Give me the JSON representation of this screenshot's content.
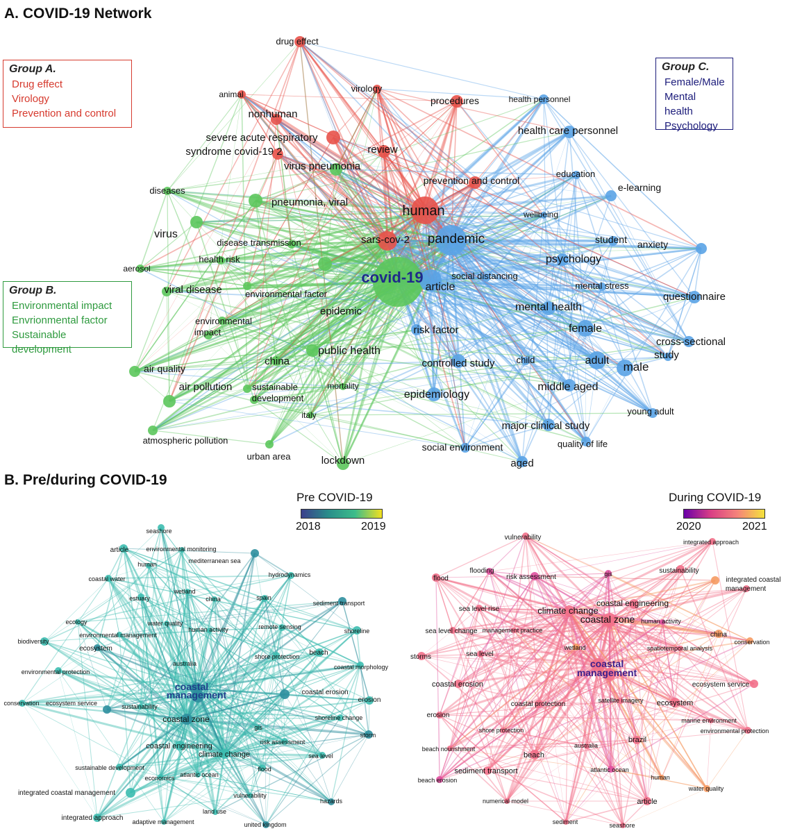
{
  "headings": {
    "a": "A. COVID-19 Network",
    "b": "B. Pre/during COVID-19"
  },
  "groups": {
    "a": {
      "title": "Group A.",
      "items": [
        "Drug effect",
        "Virology",
        "Prevention and control"
      ],
      "color": "#d63a2e"
    },
    "b": {
      "title": "Group B.",
      "items": [
        "Environmental impact",
        "Envrionmental factor",
        "Sustainable development"
      ],
      "color": "#2e9a3e"
    },
    "c": {
      "title": "Group C.",
      "items": [
        "Female/Male",
        "Mental health",
        "Psychology"
      ],
      "color": "#1b1b7a"
    }
  },
  "colors": {
    "red": "#e8524a",
    "green": "#5cc65c",
    "blue": "#5aa3e6",
    "teal": "#3dbcb0",
    "pink": "#f2708a"
  },
  "colorbars": {
    "pre": {
      "title": "Pre COVID-19",
      "min": "2018",
      "max": "2019",
      "stops": [
        "#3b3f8c",
        "#2a8d8a",
        "#3dbc8a",
        "#f2e020"
      ]
    },
    "during": {
      "title": "During COVID-19",
      "min": "2020",
      "max": "2021",
      "stops": [
        "#6a00a8",
        "#d93f85",
        "#f5847a",
        "#f4e23c"
      ]
    }
  },
  "networkA": {
    "nodes": [
      {
        "t": "drug effect",
        "c": "red",
        "g": "red"
      },
      {
        "t": "animal",
        "c": "red",
        "g": "red"
      },
      {
        "t": "virology",
        "c": "red",
        "g": "red"
      },
      {
        "t": "nonhuman",
        "c": "red",
        "g": "red"
      },
      {
        "t": "procedures",
        "c": "red",
        "g": "red"
      },
      {
        "t": "severe acute respiratory",
        "c": "red",
        "g": "red"
      },
      {
        "t": "syndrome covid-19 2",
        "c": "red",
        "g": "red"
      },
      {
        "t": "review",
        "c": "red",
        "g": "red"
      },
      {
        "t": "prevention and control",
        "c": "red",
        "g": "red"
      },
      {
        "t": "human",
        "c": "red",
        "g": "red"
      },
      {
        "t": "sars-cov-2",
        "c": "red",
        "g": "red"
      },
      {
        "t": "virus pneumonia",
        "c": "green",
        "g": "green"
      },
      {
        "t": "diseases",
        "c": "green",
        "g": "green"
      },
      {
        "t": "pneumonia, viral",
        "c": "green",
        "g": "green"
      },
      {
        "t": "virus",
        "c": "green",
        "g": "green"
      },
      {
        "t": "disease transmission",
        "c": "green",
        "g": "green"
      },
      {
        "t": "aerosol",
        "c": "green",
        "g": "green"
      },
      {
        "t": "health risk",
        "c": "green",
        "g": "green"
      },
      {
        "t": "viral disease",
        "c": "green",
        "g": "green"
      },
      {
        "t": "environmental factor",
        "c": "green",
        "g": "green"
      },
      {
        "t": "covid-19",
        "c": "green",
        "g": "green"
      },
      {
        "t": "epidemic",
        "c": "green",
        "g": "green"
      },
      {
        "t": "environmental",
        "c": "green",
        "g": "green"
      },
      {
        "t": "impact",
        "c": "green",
        "g": "green"
      },
      {
        "t": "public health",
        "c": "green",
        "g": "green"
      },
      {
        "t": "air quality",
        "c": "green",
        "g": "green"
      },
      {
        "t": "china",
        "c": "green",
        "g": "green"
      },
      {
        "t": "air pollution",
        "c": "green",
        "g": "green"
      },
      {
        "t": "sustainable",
        "c": "green",
        "g": "green"
      },
      {
        "t": "development",
        "c": "green",
        "g": "green"
      },
      {
        "t": "mortality",
        "c": "green",
        "g": "green"
      },
      {
        "t": "italy",
        "c": "green",
        "g": "green"
      },
      {
        "t": "atmospheric pollution",
        "c": "green",
        "g": "green"
      },
      {
        "t": "urban area",
        "c": "green",
        "g": "green"
      },
      {
        "t": "lockdown",
        "c": "green",
        "g": "green"
      },
      {
        "t": "health personnel",
        "c": "blue",
        "g": "blue"
      },
      {
        "t": "health care personnel",
        "c": "blue",
        "g": "blue"
      },
      {
        "t": "education",
        "c": "blue",
        "g": "blue"
      },
      {
        "t": "e-learning",
        "c": "blue",
        "g": "blue"
      },
      {
        "t": "wellbeing",
        "c": "blue",
        "g": "blue"
      },
      {
        "t": "pandemic",
        "c": "blue",
        "g": "blue"
      },
      {
        "t": "student",
        "c": "blue",
        "g": "blue"
      },
      {
        "t": "anxiety",
        "c": "blue",
        "g": "blue"
      },
      {
        "t": "psychology",
        "c": "blue",
        "g": "blue"
      },
      {
        "t": "social distancing",
        "c": "blue",
        "g": "blue"
      },
      {
        "t": "article",
        "c": "blue",
        "g": "blue"
      },
      {
        "t": "mental stress",
        "c": "blue",
        "g": "blue"
      },
      {
        "t": "questionnaire",
        "c": "blue",
        "g": "blue"
      },
      {
        "t": "mental health",
        "c": "blue",
        "g": "blue"
      },
      {
        "t": "female",
        "c": "blue",
        "g": "blue"
      },
      {
        "t": "risk factor",
        "c": "blue",
        "g": "blue"
      },
      {
        "t": "cross-sectional",
        "c": "blue",
        "g": "blue"
      },
      {
        "t": "study",
        "c": "blue",
        "g": "blue"
      },
      {
        "t": "controlled study",
        "c": "blue",
        "g": "blue"
      },
      {
        "t": "child",
        "c": "blue",
        "g": "blue"
      },
      {
        "t": "adult",
        "c": "blue",
        "g": "blue"
      },
      {
        "t": "male",
        "c": "blue",
        "g": "blue"
      },
      {
        "t": "middle aged",
        "c": "blue",
        "g": "blue"
      },
      {
        "t": "epidemiology",
        "c": "blue",
        "g": "blue"
      },
      {
        "t": "young adult",
        "c": "blue",
        "g": "blue"
      },
      {
        "t": "major clinical study",
        "c": "blue",
        "g": "blue"
      },
      {
        "t": "quality of life",
        "c": "blue",
        "g": "blue"
      },
      {
        "t": "social environment",
        "c": "blue",
        "g": "blue"
      },
      {
        "t": "aged",
        "c": "blue",
        "g": "blue"
      }
    ]
  },
  "networkPre": {
    "nodes": [
      "seashore",
      "article",
      "environmental monitoring",
      "mediterranean sea",
      "human",
      "coastal water",
      "hydrodynamics",
      "wetland",
      "estuary",
      "china",
      "spain",
      "sediment transport",
      "ecology",
      "water quality",
      "human activity",
      "remote sensing",
      "shoreline",
      "biodiversity",
      "environmental management",
      "ecosystem",
      "australia",
      "shore protection",
      "beach",
      "coastal morphology",
      "environmental protection",
      "coastal",
      "management",
      "coastal erosion",
      "erosion",
      "conservation",
      "ecosystem service",
      "sustainability",
      "coastal zone",
      "shoreline change",
      "gis",
      "storm",
      "risk assessment",
      "coastal engineering",
      "climate change",
      "sea level",
      "sustainable development",
      "atlantic ocean",
      "flood",
      "economics",
      "integrated coastal management",
      "vulnerability",
      "hazards",
      "land use",
      "integrated approach",
      "adaptive management",
      "united kingdom"
    ]
  },
  "networkDuring": {
    "nodes": [
      "vulnerability",
      "integrated approach",
      "flood",
      "flooding",
      "risk assessment",
      "gis",
      "sustainability",
      "integrated coastal",
      "management",
      "coastal engineering",
      "sea level rise",
      "climate change",
      "coastal zone",
      "human activity",
      "sea level change",
      "management practice",
      "china",
      "conservation",
      "wetland",
      "spatiotemporal analysis",
      "storms",
      "sea level",
      "coastal",
      "management",
      "coastal erosion",
      "ecosystem service",
      "satellite imagery",
      "coastal protection",
      "ecosystem",
      "erosion",
      "marine environment",
      "shore protection",
      "environmental protection",
      "brazil",
      "australia",
      "beach nourishment",
      "beach",
      "sediment transport",
      "atlantic ocean",
      "human",
      "beach erosion",
      "water quality",
      "numerical model",
      "article",
      "sediment",
      "seashore"
    ]
  }
}
